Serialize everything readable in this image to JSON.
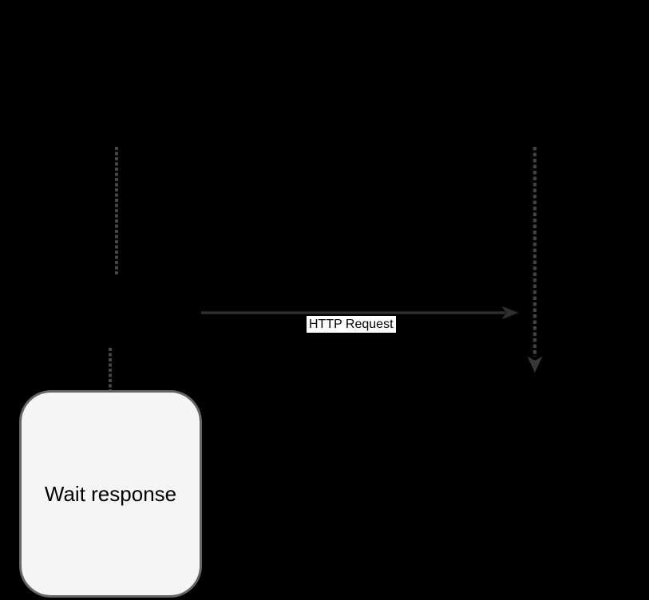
{
  "diagram": {
    "type": "sequence-fragment",
    "background_color": "#000000",
    "lifelines": [
      {
        "id": "left-lifeline-upper",
        "style": "dotted",
        "stroke": "#464646"
      },
      {
        "id": "left-lifeline-lower",
        "style": "dotted",
        "stroke": "#464646"
      },
      {
        "id": "right-lifeline",
        "style": "dotted",
        "stroke": "#414141",
        "arrow_end": "down",
        "arrowhead_color": "#373737"
      }
    ],
    "edges": [
      {
        "id": "http-request",
        "label": "HTTP Request",
        "style": "solid",
        "direction": "left-to-right",
        "stroke": "#2e2e2e",
        "label_background": "#ffffff",
        "label_color": "#000000"
      }
    ],
    "nodes": [
      {
        "id": "wait-response",
        "label": "Wait response",
        "shape": "rounded-rectangle",
        "fill": "#f5f5f5",
        "border_color": "#666666",
        "text_color": "#000000"
      }
    ]
  }
}
